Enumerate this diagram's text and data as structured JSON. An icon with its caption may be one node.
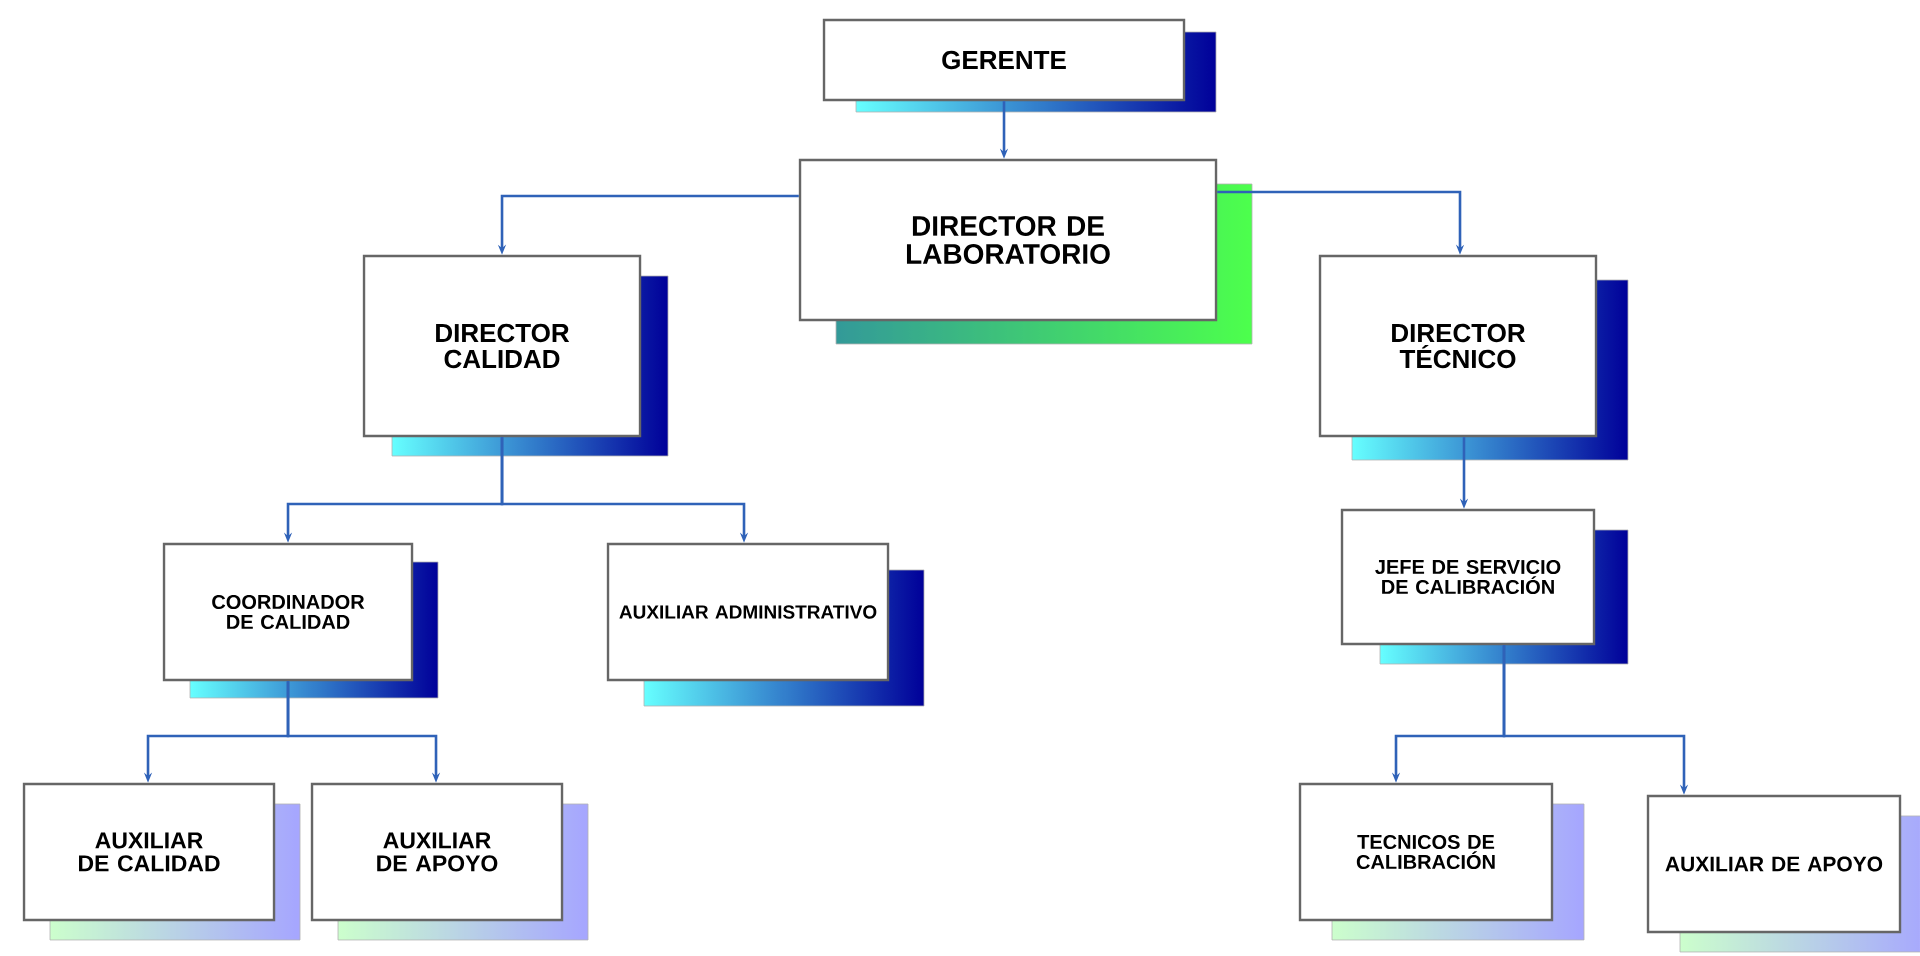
{
  "diagram": {
    "nodes": [
      {
        "text": [
          "GERENTE"
        ]
      },
      {
        "text": [
          "DIRECTOR DE LABORATORIO"
        ]
      },
      {
        "text": [
          "DIRECTOR CALIDAD"
        ]
      },
      {
        "text": [
          "DIRECTOR TÉCNICO"
        ]
      },
      {
        "text": [
          "COORDINADOR DE CALIDAD"
        ]
      },
      {
        "text": [
          "AUXILIAR ADMINISTRATIVO"
        ]
      },
      {
        "text": [
          "JEFE DE SERVICIO DE CALIBRACIÓN"
        ]
      },
      {
        "text": [
          "AUXILIAR DE CALIDAD"
        ]
      },
      {
        "text": [
          "AUXILIAR DE APOYO"
        ]
      },
      {
        "text": [
          "TECNICOS DE CALIBRACIÓN"
        ]
      },
      {
        "text": [
          "AUXILIAR DE APOYO"
        ]
      }
    ],
    "edges": [
      {
        "from": 0,
        "to": 1,
        "arrow": "to"
      },
      {
        "from": 1,
        "to": 2,
        "arrow": "to"
      },
      {
        "from": 1,
        "to": 3,
        "arrow": "to"
      },
      {
        "from": 2,
        "to": 4,
        "arrow": "to"
      },
      {
        "from": 2,
        "to": 5,
        "arrow": "to"
      },
      {
        "from": 3,
        "to": 6,
        "arrow": "to"
      },
      {
        "from": 4,
        "to": 7,
        "arrow": "to"
      },
      {
        "from": 4,
        "to": 8,
        "arrow": "to"
      },
      {
        "from": 6,
        "to": 9,
        "arrow": "to"
      },
      {
        "from": 6,
        "to": 10,
        "arrow": "to"
      }
    ]
  }
}
